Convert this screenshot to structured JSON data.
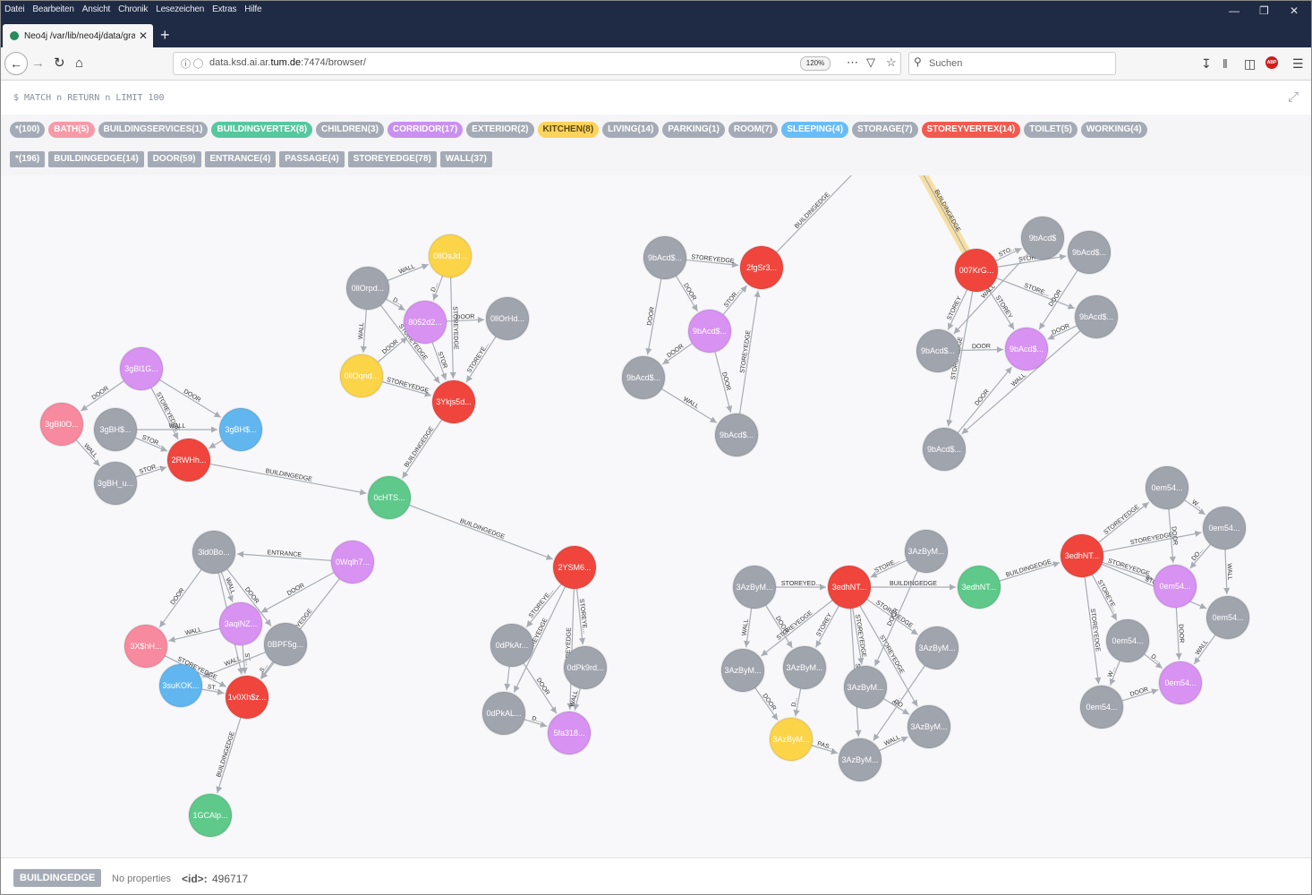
{
  "browser": {
    "menu": [
      "Datei",
      "Bearbeiten",
      "Ansicht",
      "Chronik",
      "Lesezeichen",
      "Extras",
      "Hilfe"
    ],
    "tab_title": "Neo4j /var/lib/neo4j/data/grap",
    "url_prefix": "data.ksd.ai.ar.",
    "url_host": "tum.de",
    "url_suffix": ":7474/browser/",
    "zoom": "120%",
    "search_placeholder": "Suchen",
    "abp": "ABP"
  },
  "query": "$ MATCH n RETURN n LIMIT 100",
  "node_labels": [
    {
      "text": "*(100)",
      "color": "#a5abb6"
    },
    {
      "text": "BATH(5)",
      "color": "#f79aa8"
    },
    {
      "text": "BUILDINGSERVICES(1)",
      "color": "#a5abb6"
    },
    {
      "text": "BUILDINGVERTEX(8)",
      "color": "#57c7a0"
    },
    {
      "text": "CHILDREN(3)",
      "color": "#a5abb6"
    },
    {
      "text": "CORRIDOR(17)",
      "color": "#c990f0"
    },
    {
      "text": "EXTERIOR(2)",
      "color": "#a5abb6"
    },
    {
      "text": "KITCHEN(8)",
      "color": "#fcd35c"
    },
    {
      "text": "LIVING(14)",
      "color": "#a5abb6"
    },
    {
      "text": "PARKING(1)",
      "color": "#a5abb6"
    },
    {
      "text": "ROOM(7)",
      "color": "#a5abb6"
    },
    {
      "text": "SLEEPING(4)",
      "color": "#68bdf6"
    },
    {
      "text": "STORAGE(7)",
      "color": "#a5abb6"
    },
    {
      "text": "STOREYVERTEX(14)",
      "color": "#f25a4f"
    },
    {
      "text": "TOILET(5)",
      "color": "#a5abb6"
    },
    {
      "text": "WORKING(4)",
      "color": "#a5abb6"
    }
  ],
  "rel_labels": [
    {
      "text": "*(196)"
    },
    {
      "text": "BUILDINGEDGE(14)"
    },
    {
      "text": "DOOR(59)"
    },
    {
      "text": "ENTRANCE(4)"
    },
    {
      "text": "PASSAGE(4)"
    },
    {
      "text": "STOREYEDGE(78)"
    },
    {
      "text": "WALL(37)"
    }
  ],
  "colors": {
    "grey": "#a0a4ad",
    "red": "#f0453d",
    "green": "#5ec98a",
    "purple": "#d792f2",
    "yellow": "#fcd448",
    "blue": "#62b6ef",
    "pink": "#f78a9e",
    "edge": "#a8acb4"
  },
  "graph": {
    "nodes": [
      {
        "id": "a1",
        "label": "3gBl1G...",
        "c": "purple"
      },
      {
        "id": "a2",
        "label": "3gBl0O...",
        "c": "pink"
      },
      {
        "id": "a3",
        "label": "3gBH$...",
        "c": "grey"
      },
      {
        "id": "a4",
        "label": "3gBH$...",
        "c": "blue"
      },
      {
        "id": "a5",
        "label": "3gBH_u...",
        "c": "grey"
      },
      {
        "id": "a6",
        "label": "2RWHh...",
        "c": "red"
      },
      {
        "id": "b1",
        "label": "0llOsJd...",
        "c": "yellow"
      },
      {
        "id": "b2",
        "label": "0llOrpd...",
        "c": "grey"
      },
      {
        "id": "b3",
        "label": "8052d2...",
        "c": "purple"
      },
      {
        "id": "b4",
        "label": "0llOrHd...",
        "c": "grey"
      },
      {
        "id": "b5",
        "label": "0llOqnd...",
        "c": "yellow"
      },
      {
        "id": "b6",
        "label": "3Ykjs5d...",
        "c": "red"
      },
      {
        "id": "h",
        "label": "0cHTS...",
        "c": "green"
      },
      {
        "id": "c1",
        "label": "9bAcd$...",
        "c": "grey"
      },
      {
        "id": "c2",
        "label": "2fgSr3...",
        "c": "red"
      },
      {
        "id": "c3",
        "label": "9bAcd$...",
        "c": "purple"
      },
      {
        "id": "c4",
        "label": "9bAcd$...",
        "c": "grey"
      },
      {
        "id": "c5",
        "label": "9bAcd$...",
        "c": "grey"
      },
      {
        "id": "d1",
        "label": "007KrG...",
        "c": "red"
      },
      {
        "id": "d2",
        "label": "9bAcd$",
        "c": "grey"
      },
      {
        "id": "d3",
        "label": "9bAcd$...",
        "c": "grey"
      },
      {
        "id": "d4",
        "label": "9bAcd$...",
        "c": "grey"
      },
      {
        "id": "d5",
        "label": "9bAcd$...",
        "c": "grey"
      },
      {
        "id": "d6",
        "label": "9bAcd$...",
        "c": "purple"
      },
      {
        "id": "d7",
        "label": "9bAcd$...",
        "c": "grey"
      },
      {
        "id": "e1",
        "label": "3ld0Bo...",
        "c": "grey"
      },
      {
        "id": "e2",
        "label": "0Wqlh7...",
        "c": "purple"
      },
      {
        "id": "e3",
        "label": "3X$hH...",
        "c": "pink"
      },
      {
        "id": "e4",
        "label": "3aqiNZ...",
        "c": "purple"
      },
      {
        "id": "e5",
        "label": "0BPF5g...",
        "c": "grey"
      },
      {
        "id": "e6",
        "label": "3suKOK...",
        "c": "blue"
      },
      {
        "id": "e7",
        "label": "1v0Xh$z...",
        "c": "red"
      },
      {
        "id": "e8",
        "label": "1GCAlp...",
        "c": "green"
      },
      {
        "id": "f1",
        "label": "2YSM6...",
        "c": "red"
      },
      {
        "id": "f2",
        "label": "0dPkAr...",
        "c": "grey"
      },
      {
        "id": "f3",
        "label": "0dPk9rd...",
        "c": "grey"
      },
      {
        "id": "f4",
        "label": "0dPkAL...",
        "c": "grey"
      },
      {
        "id": "f5",
        "label": "5fa318...",
        "c": "purple"
      },
      {
        "id": "g1",
        "label": "3AzByM...",
        "c": "grey"
      },
      {
        "id": "g2",
        "label": "3edhNT...",
        "c": "red"
      },
      {
        "id": "g3",
        "label": "3AzByM...",
        "c": "grey"
      },
      {
        "id": "g4",
        "label": "3AzByM...",
        "c": "grey"
      },
      {
        "id": "g5",
        "label": "3AzByM...",
        "c": "grey"
      },
      {
        "id": "g6",
        "label": "3AzByM...",
        "c": "grey"
      },
      {
        "id": "g7",
        "label": "3AzByM...",
        "c": "grey"
      },
      {
        "id": "g8",
        "label": "3AzByM...",
        "c": "grey"
      },
      {
        "id": "g9",
        "label": "3AzByM...",
        "c": "yellow"
      },
      {
        "id": "g10",
        "label": "3AzByM...",
        "c": "grey"
      },
      {
        "id": "gh",
        "label": "3edhNT...",
        "c": "green"
      },
      {
        "id": "i1",
        "label": "3edhNT...",
        "c": "red"
      },
      {
        "id": "i2",
        "label": "0em54...",
        "c": "grey"
      },
      {
        "id": "i3",
        "label": "0em54...",
        "c": "grey"
      },
      {
        "id": "i4",
        "label": "0em54...",
        "c": "purple"
      },
      {
        "id": "i5",
        "label": "0em54...",
        "c": "grey"
      },
      {
        "id": "i6",
        "label": "0em54...",
        "c": "grey"
      },
      {
        "id": "i7",
        "label": "0em54...",
        "c": "purple"
      },
      {
        "id": "i8",
        "label": "0em54...",
        "c": "grey"
      }
    ],
    "edges": [
      {
        "s": "a1",
        "t": "a2",
        "label": "DOOR"
      },
      {
        "s": "a1",
        "t": "a4",
        "label": "DOOR"
      },
      {
        "s": "a1",
        "t": "a6",
        "label": "STOREYEDGE"
      },
      {
        "s": "a3",
        "t": "a4",
        "label": "WALL"
      },
      {
        "s": "a3",
        "t": "a6",
        "label": "STOR..."
      },
      {
        "s": "a2",
        "t": "a5",
        "label": "WALL"
      },
      {
        "s": "a5",
        "t": "a6",
        "label": "STOR..."
      },
      {
        "s": "a4",
        "t": "a6",
        "label": ""
      },
      {
        "s": "a6",
        "t": "h",
        "label": "BUILDINGEDGE"
      },
      {
        "s": "b2",
        "t": "b1",
        "label": "WALL"
      },
      {
        "s": "b2",
        "t": "b5",
        "label": "WALL"
      },
      {
        "s": "b2",
        "t": "b3",
        "label": "D..."
      },
      {
        "s": "b1",
        "t": "b3",
        "label": "D..."
      },
      {
        "s": "b1",
        "t": "b6",
        "label": "STOREYEDGE"
      },
      {
        "s": "b3",
        "t": "b4",
        "label": "DOOR"
      },
      {
        "s": "b3",
        "t": "b6",
        "label": "STOR"
      },
      {
        "s": "b2",
        "t": "b6",
        "label": "STOREYEDGE"
      },
      {
        "s": "b4",
        "t": "b6",
        "label": "STOREYE..."
      },
      {
        "s": "b5",
        "t": "b6",
        "label": "STOREYEDGE"
      },
      {
        "s": "b5",
        "t": "b3",
        "label": "DOOR"
      },
      {
        "s": "b6",
        "t": "h",
        "label": "BUILDINGEDGE"
      },
      {
        "s": "h",
        "t": "f1",
        "label": "BUILDINGEDGE"
      },
      {
        "s": "c1",
        "t": "c2",
        "label": "STOREYEDGE"
      },
      {
        "s": "c1",
        "t": "c3",
        "label": "DOOR"
      },
      {
        "s": "c1",
        "t": "c4",
        "label": "DOOR"
      },
      {
        "s": "c3",
        "t": "c2",
        "label": "STOR..."
      },
      {
        "s": "c3",
        "t": "c4",
        "label": "DOOR"
      },
      {
        "s": "c3",
        "t": "c5",
        "label": "DOOR"
      },
      {
        "s": "c4",
        "t": "c5",
        "label": "WALL"
      },
      {
        "s": "c5",
        "t": "c2",
        "label": "STOREYEDGE"
      },
      {
        "s": "c2",
        "t": "top1",
        "label": "BUILDINGEDGE"
      },
      {
        "s": "d1",
        "t": "top2",
        "label": "BUILDINGEDGE",
        "hl": true
      },
      {
        "s": "d1",
        "t": "d2",
        "label": "STO..."
      },
      {
        "s": "d1",
        "t": "d3",
        "label": "STOREY"
      },
      {
        "s": "d1",
        "t": "d4",
        "label": "STOREY"
      },
      {
        "s": "d1",
        "t": "d5",
        "label": "STORE..."
      },
      {
        "s": "d1",
        "t": "d6",
        "label": "STOREY"
      },
      {
        "s": "d1",
        "t": "d7",
        "label": "STOREYEDGE"
      },
      {
        "s": "d2",
        "t": "d4",
        "label": "WALL"
      },
      {
        "s": "d3",
        "t": "d6",
        "label": "DOOR"
      },
      {
        "s": "d5",
        "t": "d6",
        "label": "DOOR"
      },
      {
        "s": "d5",
        "t": "d7",
        "label": "WALL"
      },
      {
        "s": "d7",
        "t": "d6",
        "label": "DOOR"
      },
      {
        "s": "d4",
        "t": "d6",
        "label": "DOOR"
      },
      {
        "s": "e2",
        "t": "e1",
        "label": "ENTRANCE"
      },
      {
        "s": "e1",
        "t": "e3",
        "label": "DOOR"
      },
      {
        "s": "e1",
        "t": "e4",
        "label": "WALL"
      },
      {
        "s": "e1",
        "t": "e5",
        "label": "DOOR"
      },
      {
        "s": "e2",
        "t": "e4",
        "label": "DOOR"
      },
      {
        "s": "e2",
        "t": "e7",
        "label": "STOREYEDGE"
      },
      {
        "s": "e4",
        "t": "e3",
        "label": "WALL"
      },
      {
        "s": "e4",
        "t": "e7",
        "label": "ST..."
      },
      {
        "s": "e5",
        "t": "e6",
        "label": "WALL"
      },
      {
        "s": "e5",
        "t": "e7",
        "label": "S..."
      },
      {
        "s": "e3",
        "t": "e7",
        "label": "STOREYEDGE"
      },
      {
        "s": "e6",
        "t": "e7",
        "label": "ST..."
      },
      {
        "s": "e1",
        "t": "e7",
        "label": "DOOR"
      },
      {
        "s": "e7",
        "t": "e8",
        "label": "BUILDINGEDGE"
      },
      {
        "s": "f1",
        "t": "f2",
        "label": "STOREYE..."
      },
      {
        "s": "f1",
        "t": "f3",
        "label": "STOREYE..."
      },
      {
        "s": "f1",
        "t": "f4",
        "label": "STOREYEDGE"
      },
      {
        "s": "f1",
        "t": "f5",
        "label": "STOREYEDGE"
      },
      {
        "s": "f2",
        "t": "f4",
        "label": ""
      },
      {
        "s": "f2",
        "t": "f5",
        "label": "DOOR"
      },
      {
        "s": "f3",
        "t": "f5",
        "label": "WALL"
      },
      {
        "s": "f4",
        "t": "f5",
        "label": "D..."
      },
      {
        "s": "g1",
        "t": "g2",
        "label": "STOREYED..."
      },
      {
        "s": "g3",
        "t": "g2",
        "label": "STORE..."
      },
      {
        "s": "g2",
        "t": "gh",
        "label": "BUILDINGEDGE"
      },
      {
        "s": "g1",
        "t": "g4",
        "label": "WALL"
      },
      {
        "s": "g1",
        "t": "g5",
        "label": "DOOR"
      },
      {
        "s": "g2",
        "t": "g4",
        "label": "STOREYEDGE"
      },
      {
        "s": "g2",
        "t": "g5",
        "label": "STOREY"
      },
      {
        "s": "g2",
        "t": "g6",
        "label": "STOREYEDGE"
      },
      {
        "s": "g2",
        "t": "g7",
        "label": "STOREYEDGE"
      },
      {
        "s": "g2",
        "t": "g8",
        "label": "STOREYEDGE"
      },
      {
        "s": "g2",
        "t": "g10",
        "label": "STO..."
      },
      {
        "s": "g3",
        "t": "g7",
        "label": "DOOR"
      },
      {
        "s": "g4",
        "t": "g9",
        "label": "DOOR"
      },
      {
        "s": "g5",
        "t": "g9",
        "label": "D..."
      },
      {
        "s": "g6",
        "t": "g10",
        "label": "D..."
      },
      {
        "s": "g7",
        "t": "g8",
        "label": "DO"
      },
      {
        "s": "g9",
        "t": "g10",
        "label": "PAS..."
      },
      {
        "s": "g10",
        "t": "g8",
        "label": "WALL"
      },
      {
        "s": "gh",
        "t": "i1",
        "label": "BUILDINGEDGE"
      },
      {
        "s": "i1",
        "t": "i2",
        "label": "STOREYEDGE"
      },
      {
        "s": "i1",
        "t": "i3",
        "label": "STOREYEDGE"
      },
      {
        "s": "i1",
        "t": "i4",
        "label": "STOREYEDGE"
      },
      {
        "s": "i1",
        "t": "i5",
        "label": "STOR..."
      },
      {
        "s": "i1",
        "t": "i6",
        "label": "STOREYE..."
      },
      {
        "s": "i1",
        "t": "i8",
        "label": "STOREYEDGE"
      },
      {
        "s": "i2",
        "t": "i3",
        "label": "W..."
      },
      {
        "s": "i2",
        "t": "i4",
        "label": "DOOR"
      },
      {
        "s": "i3",
        "t": "i4",
        "label": "DO..."
      },
      {
        "s": "i3",
        "t": "i5",
        "label": "WALL"
      },
      {
        "s": "i4",
        "t": "i7",
        "label": "DOOR"
      },
      {
        "s": "i5",
        "t": "i7",
        "label": "WALL"
      },
      {
        "s": "i6",
        "t": "i7",
        "label": "D..."
      },
      {
        "s": "i6",
        "t": "i8",
        "label": "W..."
      },
      {
        "s": "i8",
        "t": "i7",
        "label": "DOOR"
      }
    ]
  },
  "footer": {
    "type": "BUILDINGEDGE",
    "no_props": "No properties",
    "id_key": "<id>:",
    "id_value": "496717"
  }
}
